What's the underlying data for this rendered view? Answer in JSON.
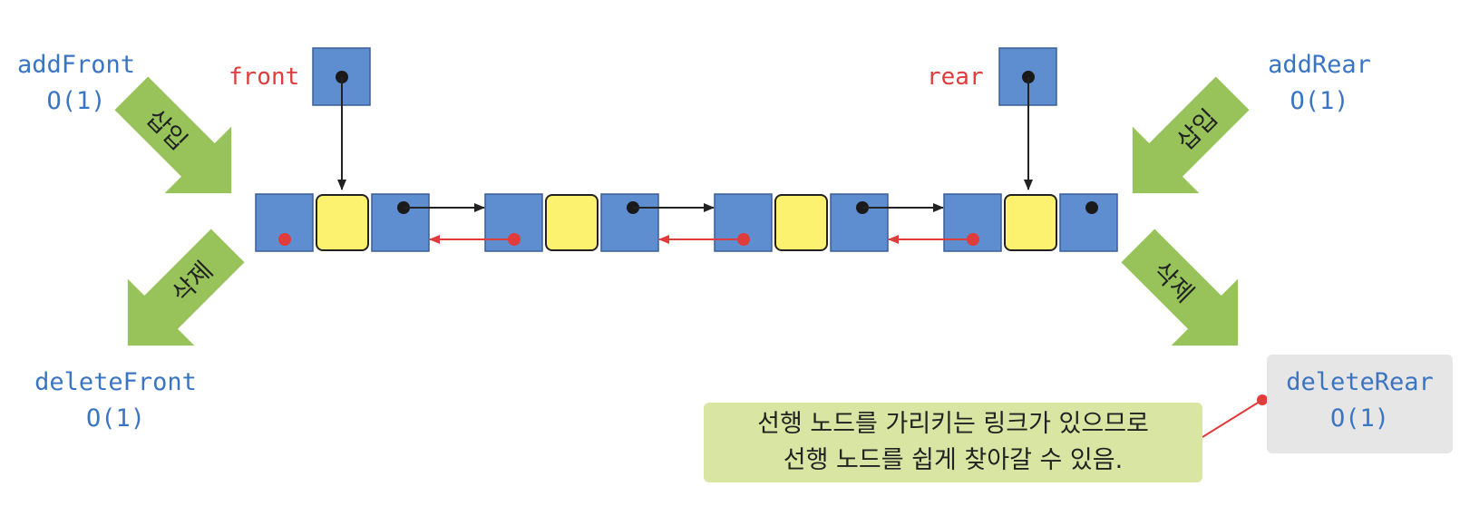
{
  "operations": {
    "add_front": {
      "name": "addFront",
      "complexity": "O(1)"
    },
    "add_rear": {
      "name": "addRear",
      "complexity": "O(1)"
    },
    "delete_front": {
      "name": "deleteFront",
      "complexity": "O(1)"
    },
    "delete_rear": {
      "name": "deleteRear",
      "complexity": "O(1)"
    }
  },
  "pointers": {
    "front": "front",
    "rear": "rear"
  },
  "arrows": {
    "insert": "삽입",
    "delete": "삭제"
  },
  "note": {
    "line1": "선행 노드를 가리키는 링크가 있으므로",
    "line2": "선행 노드를 쉽게 찾아갈 수 있음."
  },
  "nodes_count": 4,
  "colors": {
    "link_cell": "#5e8ed0",
    "data_cell": "#fcf26f",
    "forward_link": "#222222",
    "backward_link": "#e03c3c",
    "arrow_fill": "#97c35a",
    "op_text": "#3a75c4",
    "pointer_text": "#e03c3c",
    "note_bg": "#d9e6a3"
  }
}
